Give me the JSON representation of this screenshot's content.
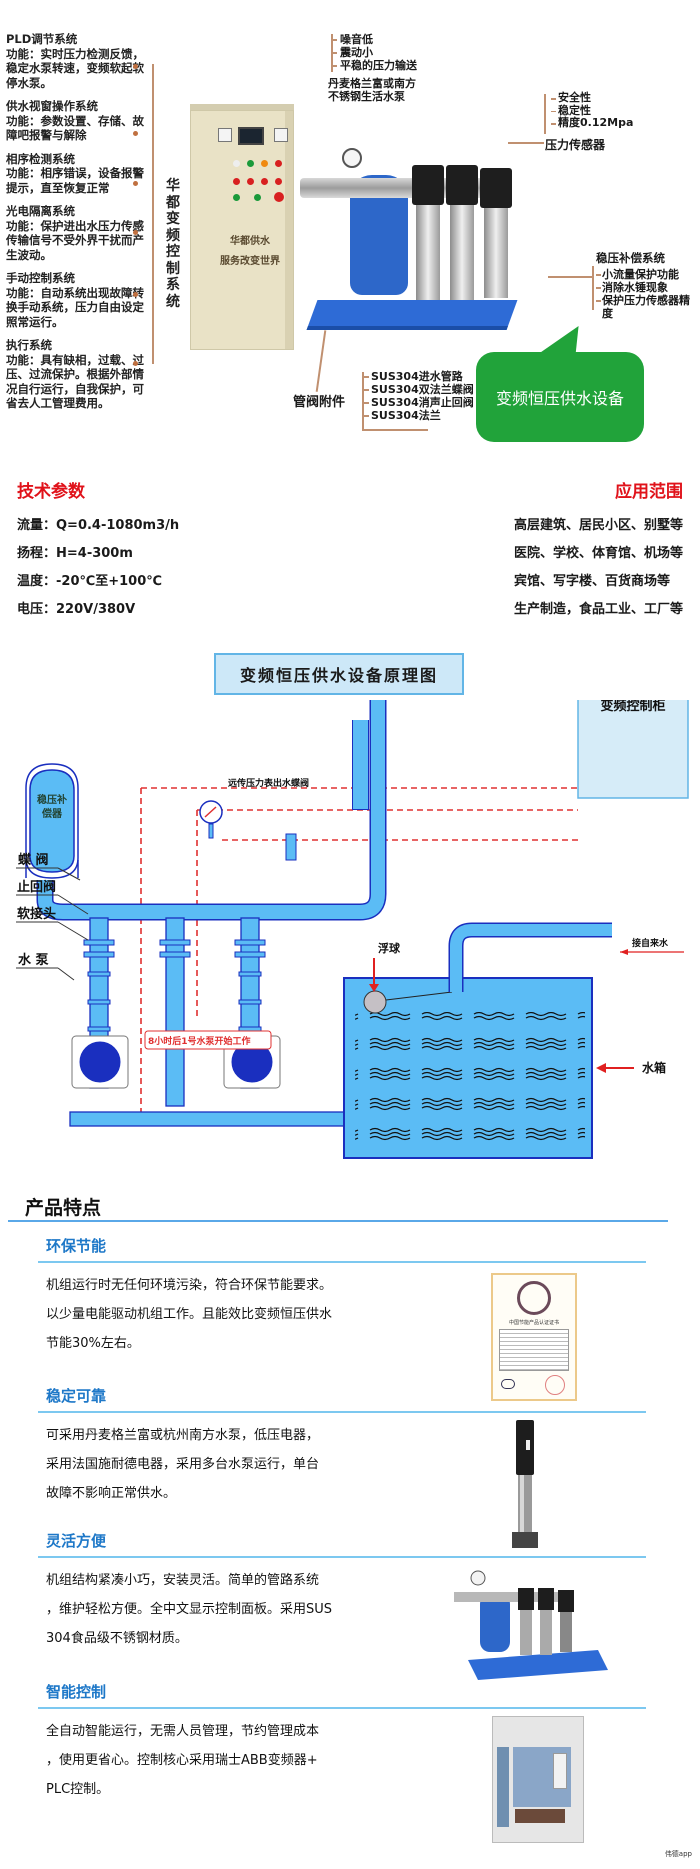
{
  "hero": {
    "left_notes": [
      {
        "title": "PLD调节系统",
        "body": "功能：实时压力检测反馈，稳定水泵转速，变频软起软停水泵。"
      },
      {
        "title": "供水视窗操作系统",
        "body": "功能：参数设置、存储、故障吧报警与解除"
      },
      {
        "title": "相序检测系统",
        "body": "功能：相序错误，设备报警提示，直至恢复正常"
      },
      {
        "title": "光电隔离系统",
        "body": "功能：保护进出水压力传感传输信号不受外界干扰而产生波动。"
      },
      {
        "title": "手动控制系统",
        "body": "功能：自动系统出现故障转换手动系统，压力自由设定照常运行。"
      },
      {
        "title": "执行系统",
        "body": "功能：具有缺相，过载、过压、过流保护。根据外部情况自行运行，自我保护，可省去人工管理费用。"
      }
    ],
    "cabinet_label": "华都变频控制系统",
    "cabinet_panel_text": [
      "华都供水",
      "服务改变世界"
    ],
    "top_features": [
      "噪音低",
      "震动小",
      "平稳的压力输送"
    ],
    "pump_brand": [
      "丹麦格兰富或南方",
      "不锈钢生活水泵"
    ],
    "sensor_features": [
      "安全性",
      "稳定性",
      "精度0.12Mpa"
    ],
    "sensor_label": "压力传感器",
    "stabilizer_title": "稳压补偿系统",
    "stabilizer_features": [
      "小流量保护功能",
      "消除水锤现象",
      "保护压力传感器精度"
    ],
    "valve_label": "管阀附件",
    "valve_items": [
      "SUS304进水管路",
      "SUS304双法兰蝶阀",
      "SUS304消声止回阀",
      "SUS304法兰"
    ],
    "bubble_text": "变频恒压供水设备"
  },
  "specs": {
    "title": "技术参数",
    "items": [
      "流量：Q=0.4-1080m3/h",
      "扬程：H=4-300m",
      "温度：-20℃至+100℃",
      "电压：220V/380V"
    ]
  },
  "applications": {
    "title": "应用范围",
    "items": [
      "高层建筑、居民小区、别墅等",
      "医院、学校、体育馆、机场等",
      "宾馆、写字楼、百货商场等",
      "生产制造，食品工业、工厂等"
    ]
  },
  "diagram": {
    "title": "变频恒压供水设备原理图",
    "labels": {
      "stabilizer": [
        "稳压补",
        "偿器"
      ],
      "butterfly_valve": "蝶 阀",
      "check_valve": "止回阀",
      "soft_joint": "软接头",
      "pump": "水 泵",
      "remote_gauge": "远传压力表",
      "outlet_valve": "出水蝶阀",
      "control_cabinet": "变频控制柜",
      "float_ball": "浮球",
      "tap_water": "接自来水",
      "water_tank": "水箱",
      "pump_note": "8小时后1号水泵开始工作"
    },
    "colors": {
      "pipe": "#5bbcf5",
      "outline": "#1a2fbf",
      "signal": "#e03030",
      "cabinet": "#d6ecf8"
    }
  },
  "features": {
    "title": "产品特点",
    "sections": [
      {
        "heading": "环保节能",
        "lines": [
          "机组运行时无任何环境污染，符合环保节能要求。",
          "以少量电能驱动机组工作。且能效比变频恒压供水",
          "节能30%左右。"
        ]
      },
      {
        "heading": "稳定可靠",
        "lines": [
          "可采用丹麦格兰富或杭州南方水泵，低压电器，",
          "采用法国施耐德电器，采用多台水泵运行，单台",
          "故障不影响正常供水。"
        ]
      },
      {
        "heading": "灵活方便",
        "lines": [
          "机组结构紧凑小巧，安装灵活。简单的管路系统",
          "，维护轻松方便。全中文显示控制面板。采用SUS",
          "304食品级不锈钢材质。"
        ]
      },
      {
        "heading": "智能控制",
        "lines": [
          "全自动智能运行，无需人员管理，节约管理成本",
          "，使用更省心。控制核心采用瑞士ABB变频器+",
          "PLC控制。"
        ]
      }
    ],
    "certificate_heading": "中国节能产品认证证书"
  },
  "watermark": "伟德app"
}
